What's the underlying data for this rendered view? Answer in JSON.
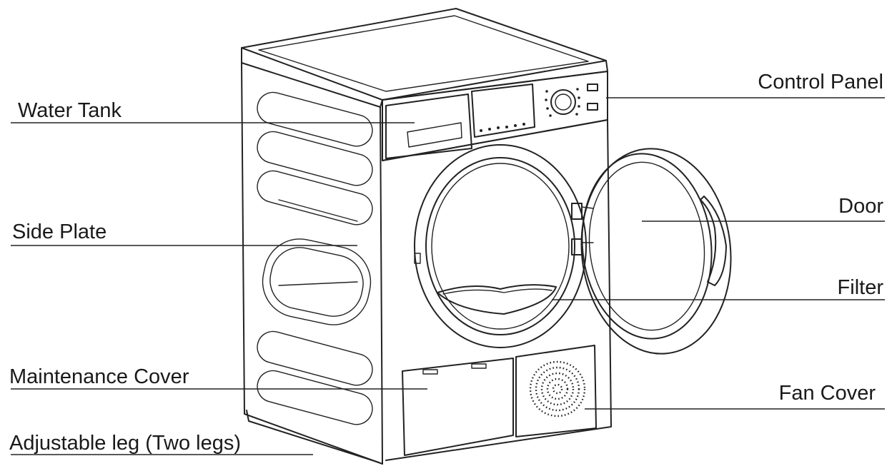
{
  "labels": {
    "water_tank": "Water Tank",
    "side_plate": "Side Plate",
    "maintenance_cover": "Maintenance Cover",
    "adjustable_leg": "Adjustable leg (Two legs)",
    "control_panel": "Control Panel",
    "door": "Door",
    "filter": "Filter",
    "fan_cover": "Fan Cover"
  }
}
